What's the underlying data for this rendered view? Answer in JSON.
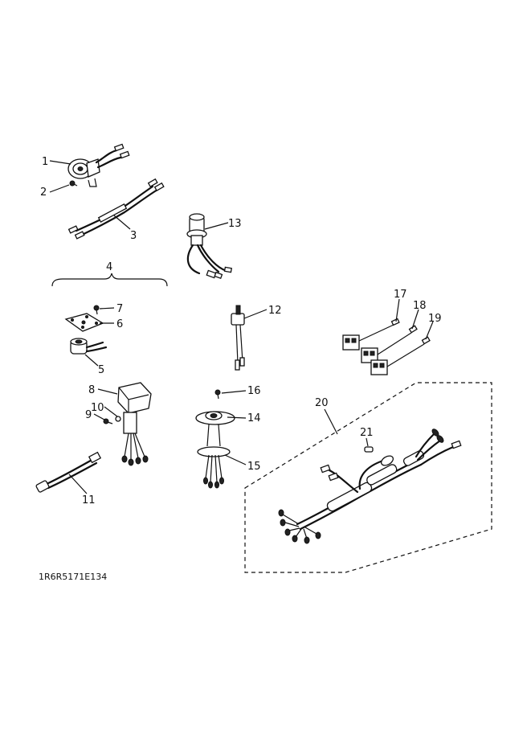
{
  "drawing_code": "1R6R5171E134",
  "callouts": [
    {
      "id": "1",
      "label": "1"
    },
    {
      "id": "2",
      "label": "2"
    },
    {
      "id": "3",
      "label": "3"
    },
    {
      "id": "4",
      "label": "4"
    },
    {
      "id": "5",
      "label": "5"
    },
    {
      "id": "6",
      "label": "6"
    },
    {
      "id": "7",
      "label": "7"
    },
    {
      "id": "8",
      "label": "8"
    },
    {
      "id": "9",
      "label": "9"
    },
    {
      "id": "10",
      "label": "10"
    },
    {
      "id": "11",
      "label": "11"
    },
    {
      "id": "12",
      "label": "12"
    },
    {
      "id": "13",
      "label": "13"
    },
    {
      "id": "14",
      "label": "14"
    },
    {
      "id": "15",
      "label": "15"
    },
    {
      "id": "16",
      "label": "16"
    },
    {
      "id": "17",
      "label": "17"
    },
    {
      "id": "18",
      "label": "18"
    },
    {
      "id": "19",
      "label": "19"
    },
    {
      "id": "20",
      "label": "20"
    },
    {
      "id": "21",
      "label": "21"
    }
  ]
}
